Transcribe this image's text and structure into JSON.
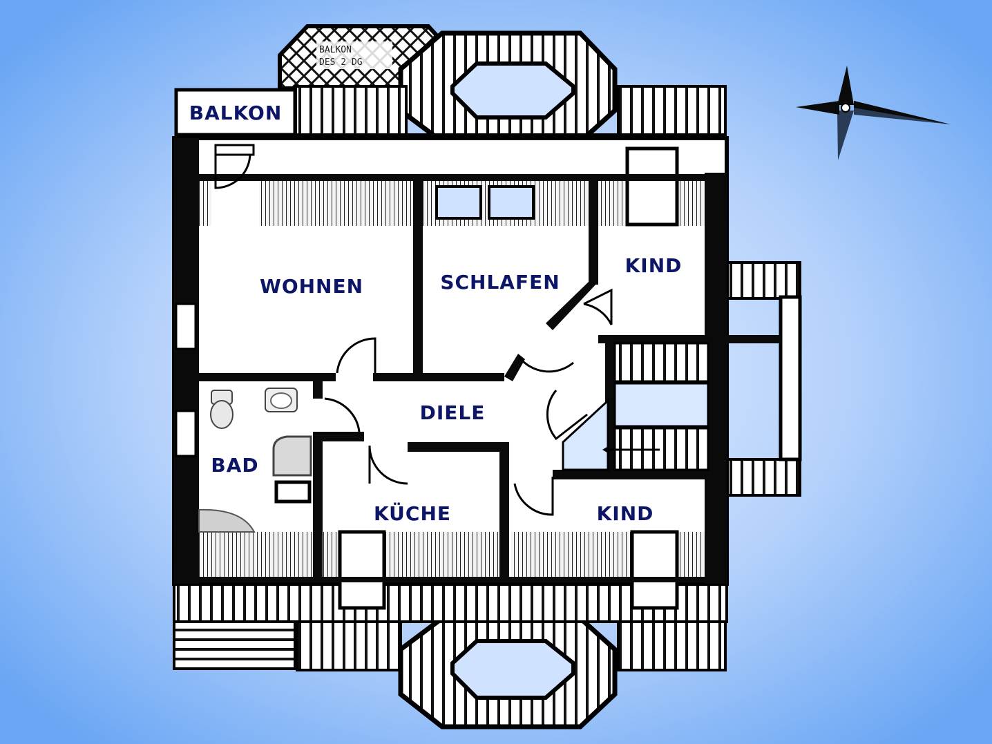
{
  "colors": {
    "background": "#7aaef5",
    "background_center": "#d6e7ff",
    "wall": "#0a0a0a",
    "floor": "#ffffff",
    "label": "#0c1566",
    "hatch": "#9a9a9a"
  },
  "rooms": {
    "balkon": "BALKON",
    "wohnen": "WOHNEN",
    "schlafen": "SCHLAFEN",
    "kind_top": "KIND",
    "diele": "DIELE",
    "bad": "BAD",
    "kueche": "KÜCHE",
    "kind_bottom": "KIND"
  },
  "annotations": {
    "balcony_upper_line1": "BALKON",
    "balcony_upper_line2": "DES 2 DG"
  },
  "icons": {
    "compass": "compass-rose-icon"
  }
}
